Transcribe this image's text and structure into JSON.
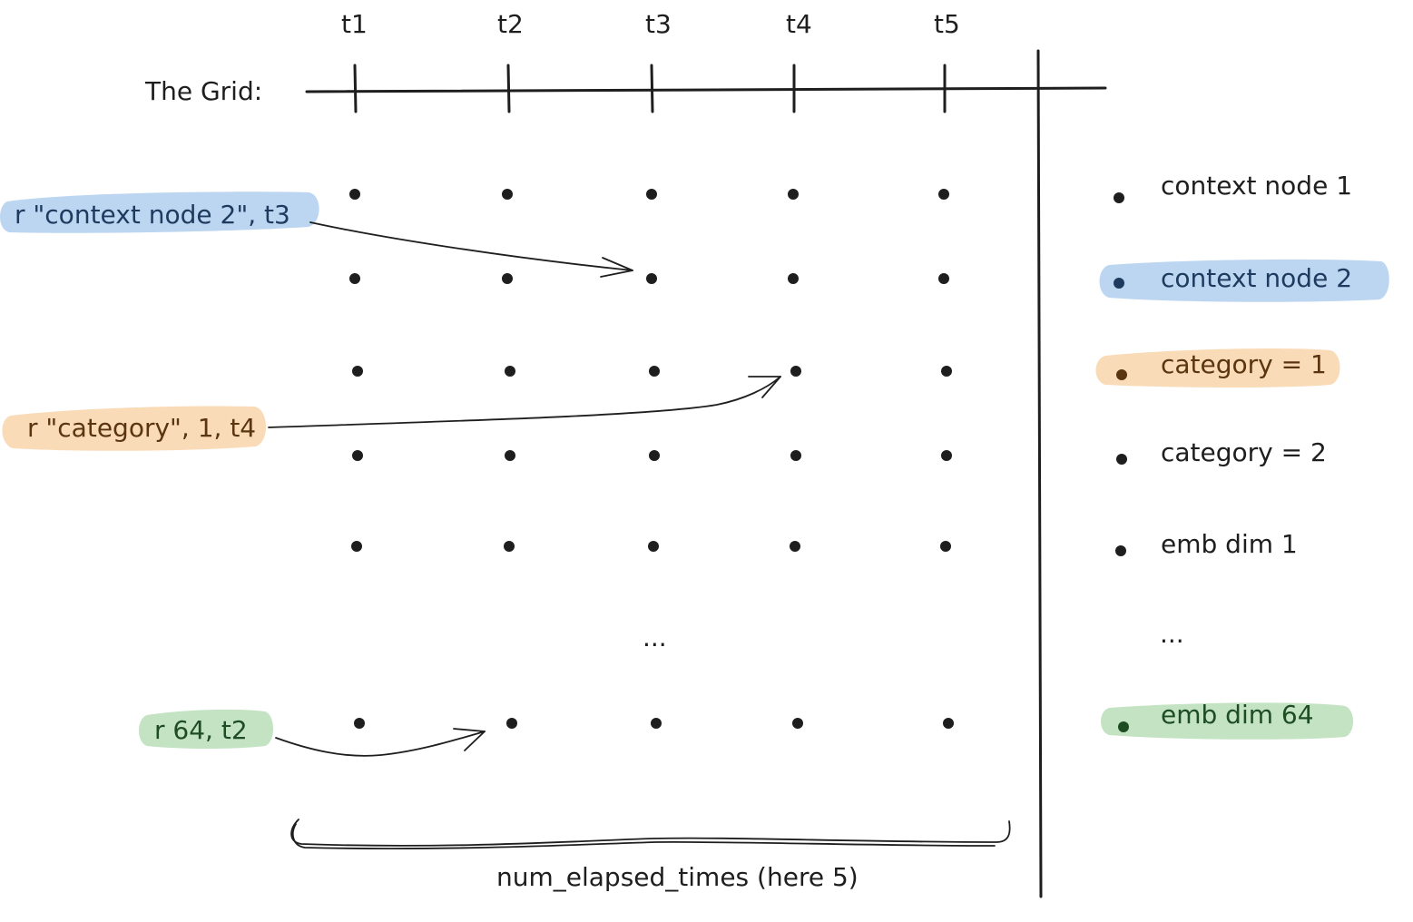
{
  "grid": {
    "title": "The Grid:",
    "time_labels": [
      "t1",
      "t2",
      "t3",
      "t4",
      "t5"
    ],
    "ellipsis": "...",
    "brace_label": "num_elapsed_times (here 5)"
  },
  "legend": [
    {
      "label": "context node 1",
      "highlight": "none"
    },
    {
      "label": "context node 2",
      "highlight": "blue"
    },
    {
      "label": "category = 1",
      "highlight": "orange"
    },
    {
      "label": "category = 2",
      "highlight": "none"
    },
    {
      "label": "emb dim 1",
      "highlight": "none"
    },
    {
      "label": "...",
      "highlight": "none"
    },
    {
      "label": "emb dim 64",
      "highlight": "green"
    }
  ],
  "annotations": [
    {
      "label": "r \"context node 2\", t3",
      "highlight": "blue",
      "target_row": 2,
      "target_col": 3
    },
    {
      "label": "r \"category\", 1, t4",
      "highlight": "orange",
      "target_row": 3,
      "target_col": 4
    },
    {
      "label": "r 64, t2",
      "highlight": "green",
      "target_row": 7,
      "target_col": 2
    }
  ],
  "colors": {
    "ink": "#1e1e1e",
    "blue": "#a5c8ec",
    "orange": "#f8cfa0",
    "green": "#b4dcb4",
    "dot_blue": "#1e3a5f",
    "dot_orange": "#5a3510",
    "dot_green": "#1f4d23"
  }
}
